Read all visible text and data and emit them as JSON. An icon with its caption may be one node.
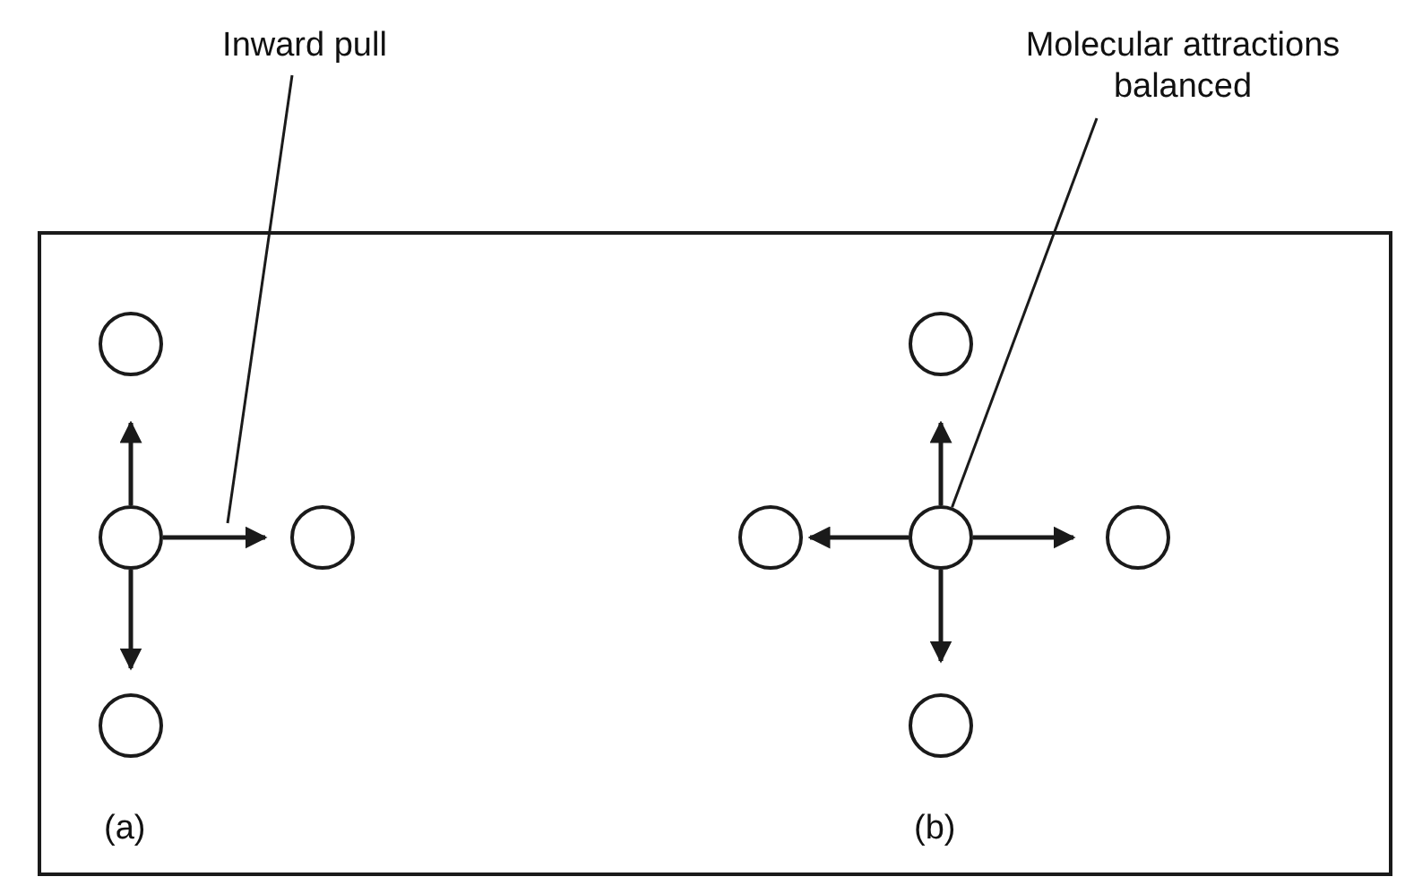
{
  "diagram": {
    "nodes": [
      {
        "text": [
          "Inward pull"
        ]
      },
      {
        "text": [
          "Molecular attractions balanced"
        ]
      },
      {
        "text": [],
        "shape": "circle"
      },
      {
        "text": [],
        "shape": "circle"
      },
      {
        "text": [],
        "shape": "circle"
      },
      {
        "text": [],
        "shape": "circle"
      },
      {
        "text": [],
        "shape": "circle"
      },
      {
        "text": [],
        "shape": "circle"
      },
      {
        "text": [],
        "shape": "circle"
      },
      {
        "text": [],
        "shape": "circle"
      },
      {
        "text": [],
        "shape": "circle"
      }
    ],
    "edges": [
      {
        "from": 0,
        "to": null,
        "arrow": "none"
      },
      {
        "from": 1,
        "to": 8,
        "arrow": "none"
      },
      {
        "from": 3,
        "to": 2,
        "arrow": "to"
      },
      {
        "from": 3,
        "to": 5,
        "arrow": "to"
      },
      {
        "from": 3,
        "to": 4,
        "arrow": "to"
      },
      {
        "from": 8,
        "to": 6,
        "arrow": "to"
      },
      {
        "from": 8,
        "to": 7,
        "arrow": "to"
      },
      {
        "from": 8,
        "to": 10,
        "arrow": "to"
      },
      {
        "from": 8,
        "to": 9,
        "arrow": "to"
      }
    ],
    "labels": [
      "(a)",
      "(b)"
    ]
  }
}
